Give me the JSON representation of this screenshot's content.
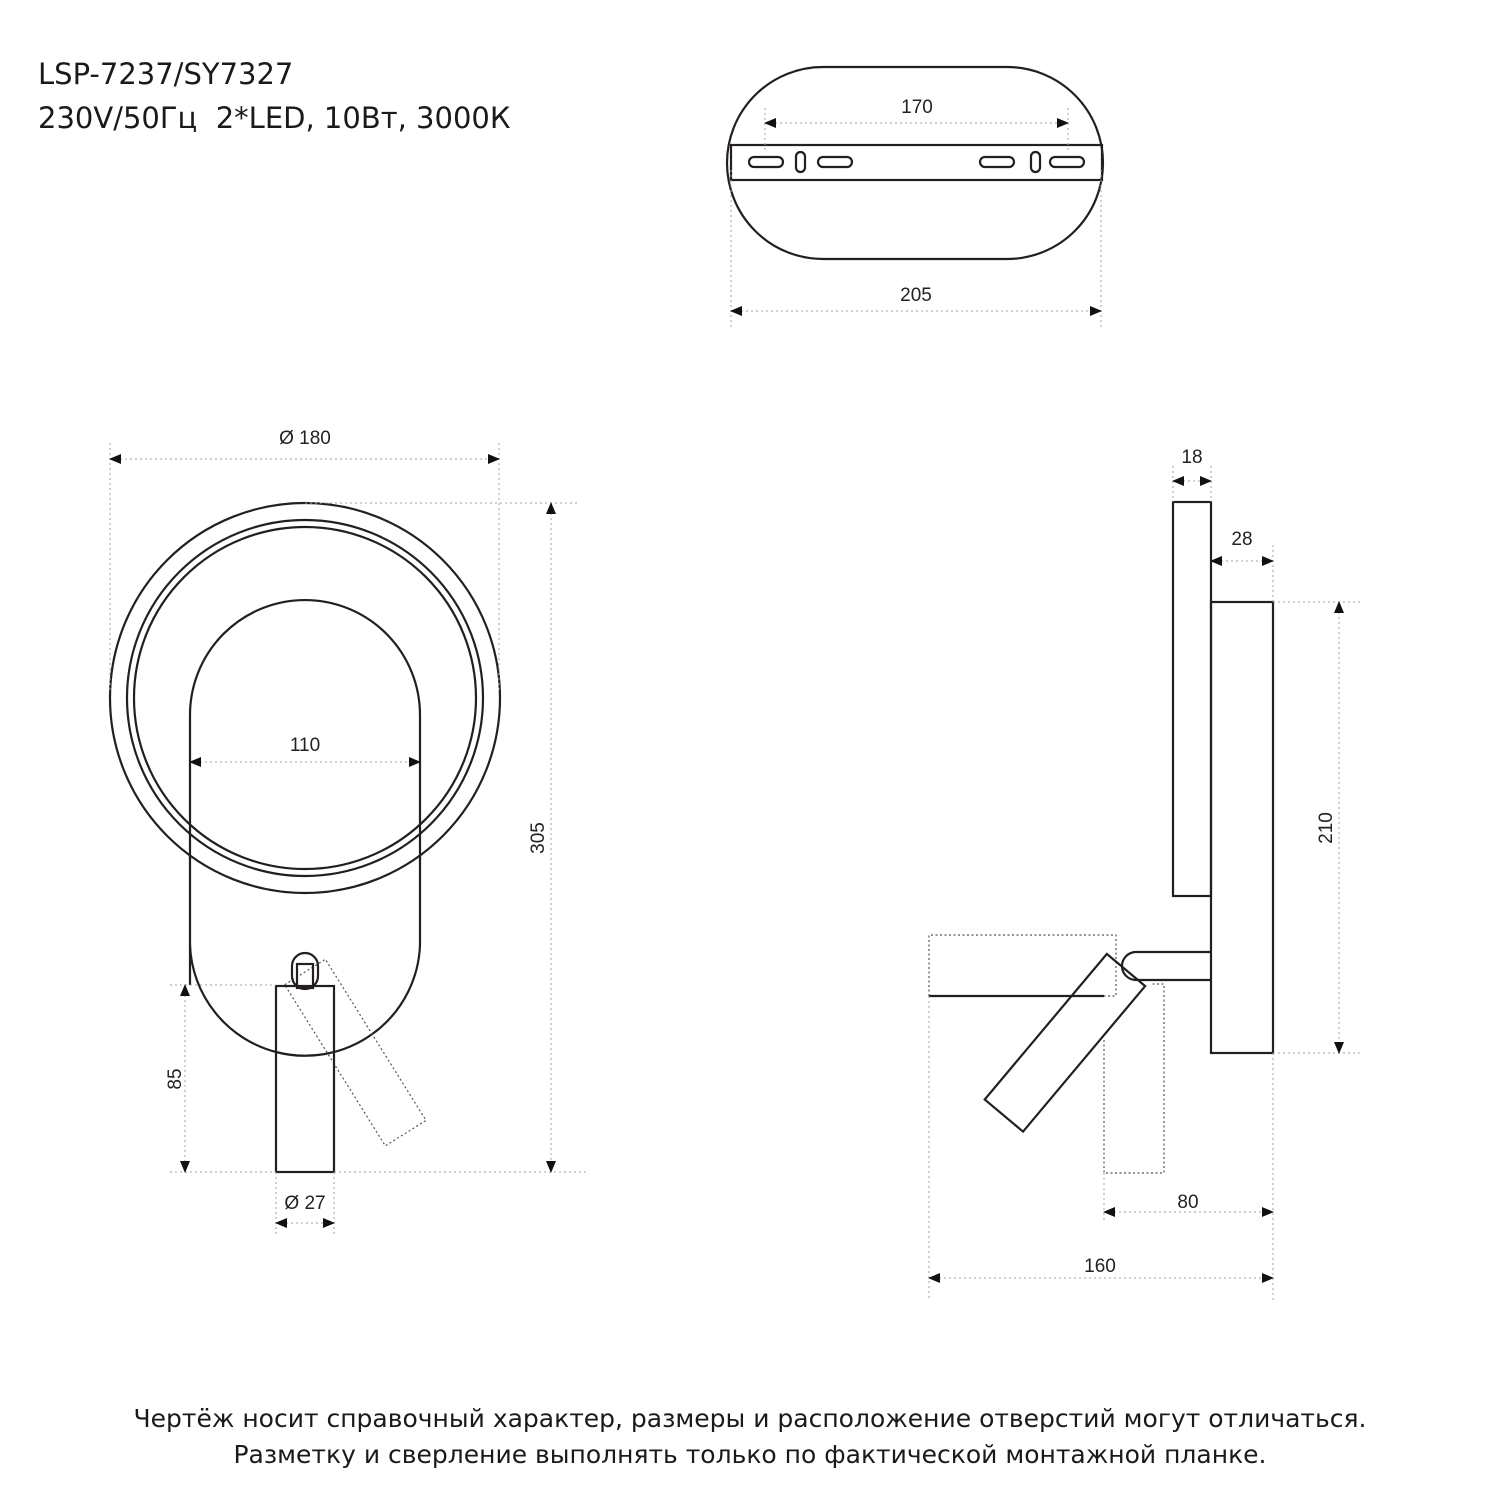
{
  "header": {
    "model": "LSP-7237/SY7327",
    "specs": "230V/50Гц  2*LED, 10Вт, 3000К"
  },
  "top_view": {
    "hole_spacing": "170",
    "base_width": "205"
  },
  "front_view": {
    "ring_diameter": "Ø 180",
    "inner_width": "110",
    "total_height": "305",
    "spot_height": "85",
    "spot_diameter": "Ø 27"
  },
  "side_view": {
    "ring_depth": "18",
    "base_depth": "28",
    "base_height": "210",
    "spot_reach": "80",
    "total_depth": "160"
  },
  "footer": {
    "line1": "Чертёж носит справочный характер, размеры и расположение отверстий могут отличаться.",
    "line2": "Разметку и сверление выполнять только по фактической монтажной планке."
  }
}
